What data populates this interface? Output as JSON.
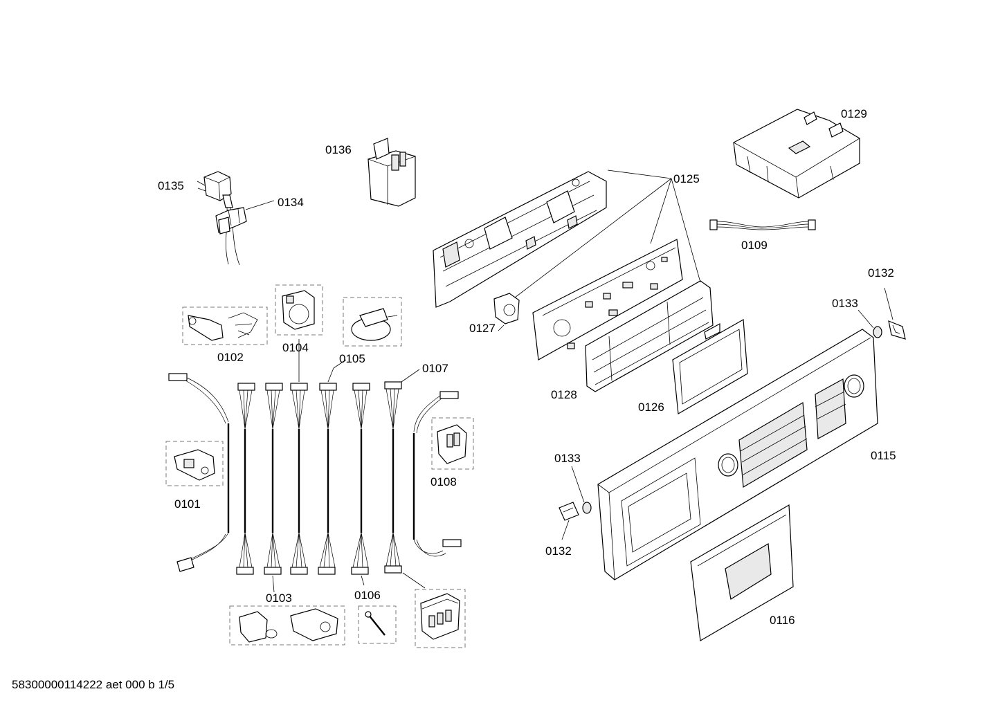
{
  "labels": {
    "l0101": "0101",
    "l0102": "0102",
    "l0103": "0103",
    "l0104": "0104",
    "l0105": "0105",
    "l0106": "0106",
    "l0107": "0107",
    "l0108": "0108",
    "l0109": "0109",
    "l0115": "0115",
    "l0116": "0116",
    "l0125": "0125",
    "l0126": "0126",
    "l0127": "0127",
    "l0128": "0128",
    "l0129": "0129",
    "l0132a": "0132",
    "l0132b": "0132",
    "l0133a": "0133",
    "l0133b": "0133",
    "l0134": "0134",
    "l0135": "0135",
    "l0136": "0136"
  },
  "footer": "58300000114222 aet 000 b 1/5"
}
